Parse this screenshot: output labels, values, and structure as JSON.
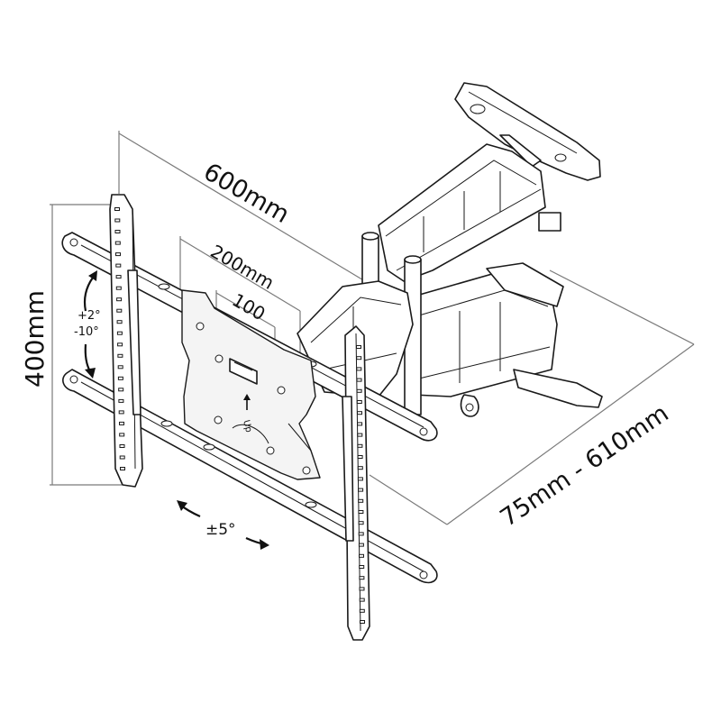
{
  "dimensions": {
    "width_label": "600mm",
    "vesa_mid_label": "200mm",
    "vesa_small_label": "100",
    "height_label": "400mm",
    "extension_label": "75mm - 610mm"
  },
  "angles": {
    "tilt_up": "+2°",
    "tilt_down": "-10°",
    "swivel": "±5°"
  },
  "plate_marking": "Up"
}
